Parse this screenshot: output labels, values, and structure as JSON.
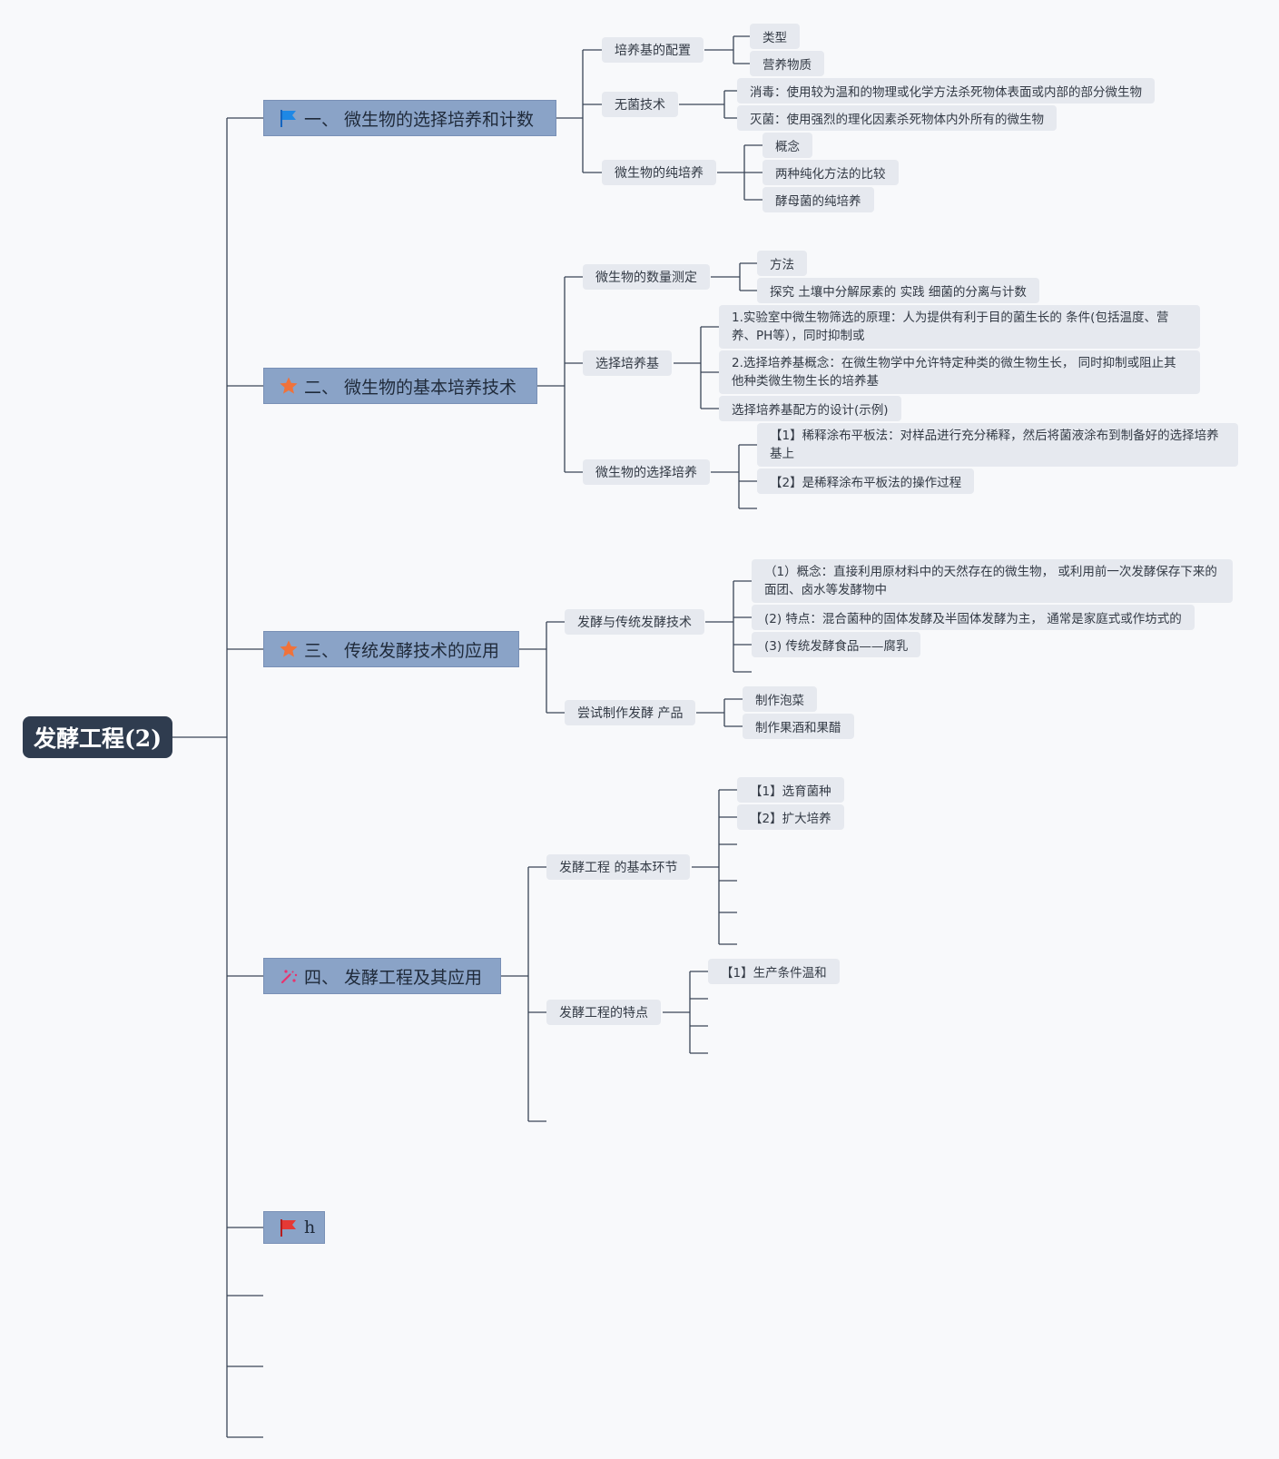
{
  "root": {
    "label": "发酵工程(2)"
  },
  "branches": [
    {
      "label": "一、 微生物的选择培养和计数",
      "icon": "blue-flag-icon",
      "icon_color": "#1e88e5",
      "children": [
        {
          "label": "培养基的配置",
          "children": [
            "类型",
            "营养物质"
          ]
        },
        {
          "label": "无菌技术",
          "children": [
            "消毒：使用较为温和的物理或化学方法杀死物体表面或内部的部分微生物",
            "灭菌：使用强烈的理化因素杀死物体内外所有的微生物"
          ]
        },
        {
          "label": "微生物的纯培养",
          "children": [
            "概念",
            "两种纯化方法的比较",
            "酵母菌的纯培养"
          ]
        }
      ]
    },
    {
      "label": "二、 微生物的基本培养技术",
      "icon": "orange-star-icon",
      "icon_color": "#f0723a",
      "children": [
        {
          "label": "微生物的数量测定",
          "children": [
            "方法",
            "探究 土壤中分解尿素的 实践 细菌的分离与计数"
          ]
        },
        {
          "label": "选择培养基",
          "children": [
            "1.实验室中微生物筛选的原理：人为提供有利于目的菌生长的 条件(包括温度、营养、PH等），同时抑制或",
            "2.选择培养基概念：在微生物学中允许特定种类的微生物生长， 同时抑制或阻止其他种类微生物生长的培养基",
            "选择培养基配方的设计(示例)"
          ]
        },
        {
          "label": "微生物的选择培养",
          "children": [
            "【1】稀释涂布平板法：对样品进行充分稀释，然后将菌液涂布到制备好的选择培养基上",
            "【2】是稀释涂布平板法的操作过程"
          ]
        }
      ]
    },
    {
      "label": "三、 传统发酵技术的应用",
      "icon": "orange-star-icon",
      "icon_color": "#f0723a",
      "children": [
        {
          "label": "发酵与传统发酵技术",
          "children": [
            "（1）概念：直接利用原材料中的天然存在的微生物， 或利用前一次发酵保存下来的面团、卤水等发酵物中",
            "(2) 特点：混合菌种的固体发酵及半固体发酵为主， 通常是家庭式或作坊式的",
            "(3) 传统发酵食品——腐乳"
          ]
        },
        {
          "label": "尝试制作发酵 产品",
          "children": [
            "制作泡菜",
            "制作果酒和果醋"
          ]
        }
      ]
    },
    {
      "label": "四、 发酵工程及其应用",
      "icon": "pink-tools-icon",
      "icon_color": "#e8336d",
      "children": [
        {
          "label": "发酵工程 的基本环节",
          "children": [
            "【1】选育菌种",
            "【2】扩大培养"
          ]
        },
        {
          "label": "发酵工程的特点",
          "children": [
            "【1】生产条件温和"
          ]
        }
      ]
    },
    {
      "label": "h",
      "icon": "red-flag-icon",
      "icon_color": "#e53935",
      "children": []
    }
  ],
  "colors": {
    "line": "#3a4556",
    "root_bg": "#2f3c4f",
    "main_bg": "#8aa3c7",
    "sub_bg": "#e6e9ef",
    "background": "#f8f9fb"
  }
}
